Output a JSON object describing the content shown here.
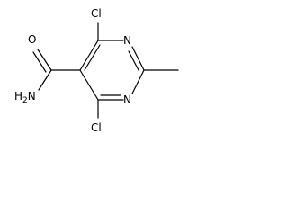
{
  "molecule": {
    "labels": {
      "cl_top": "Cl",
      "cl_bottom": "Cl",
      "n_top": "N",
      "n_bottom": "N",
      "o": "O",
      "h2n": "H2N"
    },
    "colors": {
      "bond": "#000000",
      "text": "#000000",
      "background": "#ffffff"
    }
  }
}
